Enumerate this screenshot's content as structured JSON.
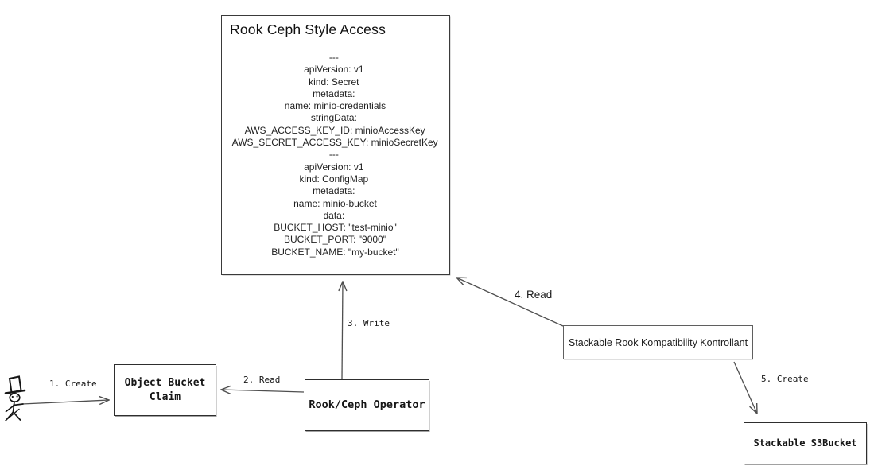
{
  "main_box": {
    "title": "Rook Ceph Style Access",
    "yaml": "---\napiVersion: v1\nkind: Secret\nmetadata:\n name: minio-credentials\nstringData:\n AWS_ACCESS_KEY_ID: minioAccessKey\n AWS_SECRET_ACCESS_KEY: minioSecretKey\n---\napiVersion: v1\nkind: ConfigMap\nmetadata:\n name: minio-bucket\ndata:\n BUCKET_HOST: \"test-minio\"\n BUCKET_PORT: \"9000\"\n BUCKET_NAME: \"my-bucket\""
  },
  "nodes": {
    "object_bucket_claim": {
      "label": "Object Bucket\nClaim"
    },
    "operator": {
      "label": "Rook/Ceph Operator"
    },
    "kontrollant": {
      "label": "Stackable Rook Kompatibility Kontrollant"
    },
    "s3bucket": {
      "label": "Stackable S3Bucket"
    }
  },
  "edges": {
    "e1": {
      "label": "1. Create",
      "from": "user",
      "to": "object_bucket_claim"
    },
    "e2": {
      "label": "2. Read",
      "from": "operator",
      "to": "object_bucket_claim"
    },
    "e3": {
      "label": "3. Write",
      "from": "operator",
      "to": "rook_ceph_style_access"
    },
    "e4": {
      "label": "4. Read",
      "from": "kontrollant",
      "to": "rook_ceph_style_access"
    },
    "e5": {
      "label": "5. Create",
      "from": "kontrollant",
      "to": "s3bucket"
    }
  },
  "icons": {
    "actor": "stick-figure-user"
  },
  "colors": {
    "background": "#ffffff",
    "arrow_stroke": "#4f4f4f",
    "box_border": "#2e2e2e",
    "text": "#161616"
  }
}
